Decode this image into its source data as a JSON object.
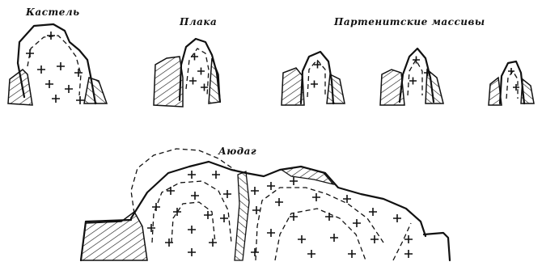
{
  "labels": {
    "kastel": "Кастель",
    "plaka": "Плака",
    "partenit": "Партенитские массивы",
    "ayudag": "Аюдаг"
  }
}
